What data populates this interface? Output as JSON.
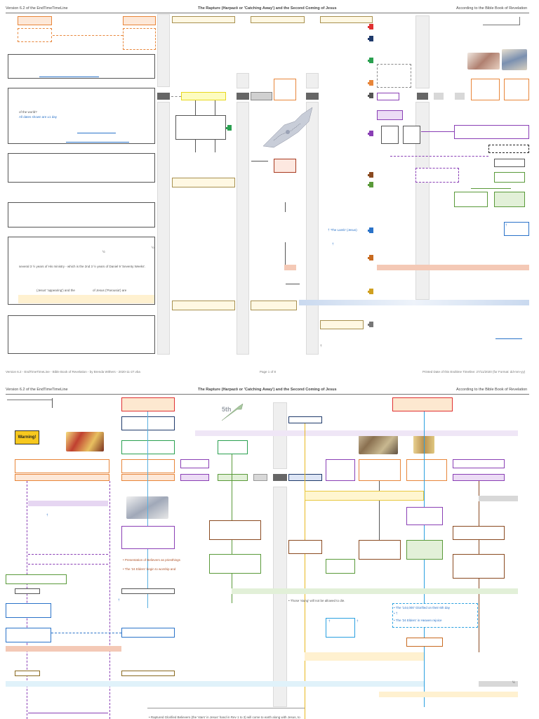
{
  "page1": {
    "header": {
      "version": "Version 6.2 of the EndTimeTimeLine",
      "title": "The Rapture (Harpazō or 'Catching Away') and the Second Coming of Jesus",
      "right": "According to the Bible Book of Revelation"
    },
    "notes": {
      "of_world": "of the world?",
      "dates_note": "All dates shown are ±1 day",
      "several_years": "several 3 ½ years of His ministry - which is the 2nd 3 ½ years of Daniel 9 'Seventy Weeks'.",
      "jesus_appearing": "(Jesus' 'appearing') and the",
      "of_jesus": "of Jesus ('Parousia') are",
      "lamb": "† 'The Lamb' (Jesus)",
      "half": "½",
      "cross": "†"
    },
    "footer": {
      "left": "Version 6.2 - EndTimeTimeLine - Bible Book of Revelation - by Brenda Withers - 2020-11-27.vba",
      "center": "Page 1 of 8",
      "right": "Printed Date of this Endtime Timeline: 27/11/2020 (for Format: dd-mm-yy)"
    }
  },
  "page2": {
    "header": {
      "version": "Version 6.2 of the EndTimeTimeLine",
      "title": "The Rapture (Harpazō or 'Catching Away') and the Second Coming of Jesus",
      "right": "According to the Bible Book of Revelation"
    },
    "warning_sign": "Warning!",
    "trumpet_label": "5th",
    "notes": {
      "presentation": "• Presentation of Believers as priesthings",
      "elders_worship": "• The '24 Elders' begin to worship and",
      "stung": "• Those 'stung' will not be allowed to die.",
      "glorified_144": "• The '144,000' Glorified on their 6th day",
      "cross_bullet": "• †",
      "elders_heaven": "• The '24 Elders' in Heaven rejoice",
      "raptured": "• Raptured Glorified Believers (the 'stars' in Jesus' hand in Rev 1 to 3) will come to earth along with Jesus, to",
      "half": "½",
      "cross": "†"
    }
  },
  "colors": {
    "orange": "#e8863a",
    "purple": "#8a3fb5",
    "green": "#5a9a3a",
    "blue": "#2a73c9",
    "navy": "#1f3a6b",
    "red": "#e03030",
    "brown": "#8a4a20",
    "gold": "#e8b820",
    "gray": "#888888"
  }
}
